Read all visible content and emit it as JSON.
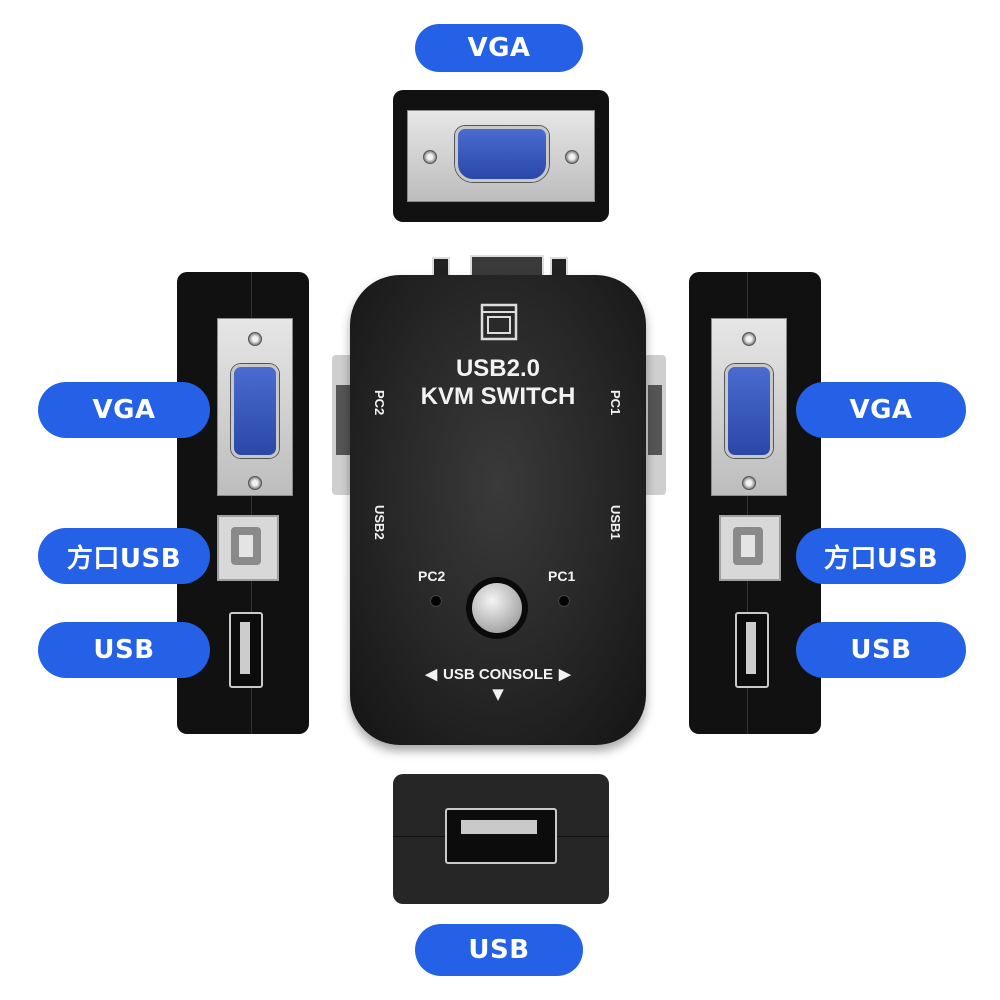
{
  "labels": {
    "top": "VGA",
    "left_vga": "VGA",
    "left_square_usb": "方口USB",
    "left_usb": "USB",
    "right_vga": "VGA",
    "right_square_usb": "方口USB",
    "right_usb": "USB",
    "bottom": "USB"
  },
  "device": {
    "title_line1": "USB2.0",
    "title_line2": "KVM SWITCH",
    "side_left_top": "PC2",
    "side_left_bottom": "USB2",
    "side_right_top": "PC1",
    "side_right_bottom": "USB1",
    "led_left": "PC2",
    "led_right": "PC1",
    "console_label": "USB CONSOLE",
    "arrow_left": "◀",
    "arrow_right": "▶",
    "arrow_down": "▼",
    "icon": "monitor-icon"
  },
  "colors": {
    "pill_blue": "#2461e6",
    "device_body": "#262626",
    "vga_blue": "#3a5bc0"
  }
}
